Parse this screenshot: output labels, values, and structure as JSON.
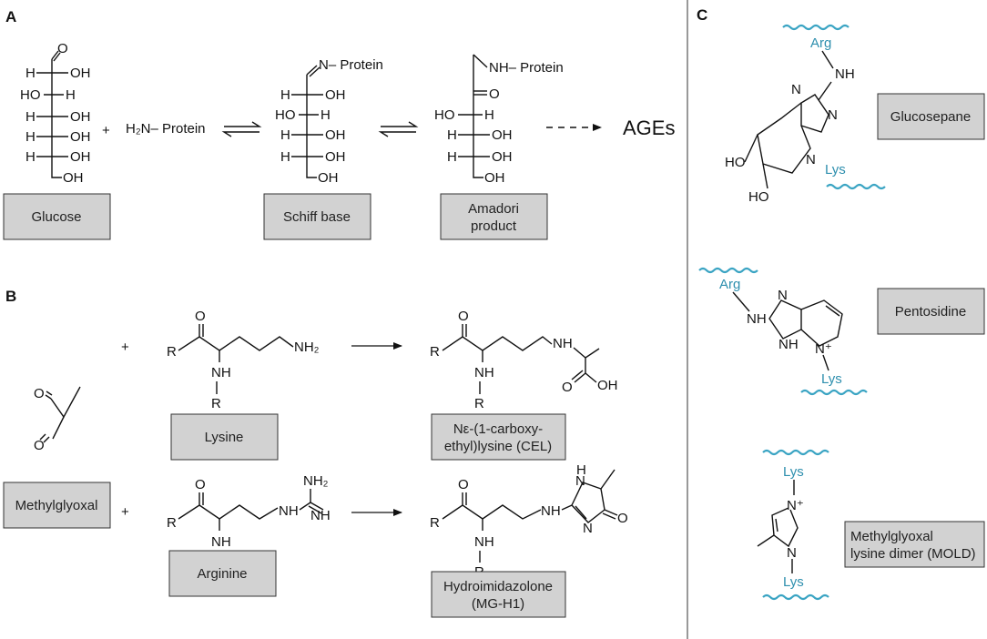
{
  "panels": {
    "a": "A",
    "b": "B",
    "c": "C"
  },
  "labels": {
    "glucose": "Glucose",
    "schiff_base": "Schiff base",
    "amadori_1": "Amadori",
    "amadori_2": "product",
    "ages": "AGEs",
    "lysine": "Lysine",
    "arginine": "Arginine",
    "methylglyoxal": "Methylglyoxal",
    "cel_1": "Nε-(1-carboxy-",
    "cel_2": "ethyl)lysine (CEL)",
    "mgh1_1": "Hydroimidazolone",
    "mgh1_2": "(MG-H1)",
    "glucosepane": "Glucosepane",
    "pentosidine": "Pentosidine",
    "mold_1": "Methylglyoxal",
    "mold_2": "lysine dimer (MOLD)"
  },
  "chem": {
    "oh": "OH",
    "ho": "HO",
    "h": "H",
    "o": "O",
    "n": "N",
    "nh": "NH",
    "r": "R",
    "plus": "+",
    "protein": "Protein",
    "n_protein": "N– Protein",
    "nh_protein": "NH– Protein",
    "h2n_protein": "H₂N– Protein",
    "nh2": "NH₂",
    "n_plus": "N⁺",
    "arg": "Arg",
    "lys": "Lys"
  },
  "colors": {
    "box_fill": "#d2d2d2",
    "lysine_arginine_label": "#2e8fae",
    "protein_chain": "#3aa4c3"
  }
}
